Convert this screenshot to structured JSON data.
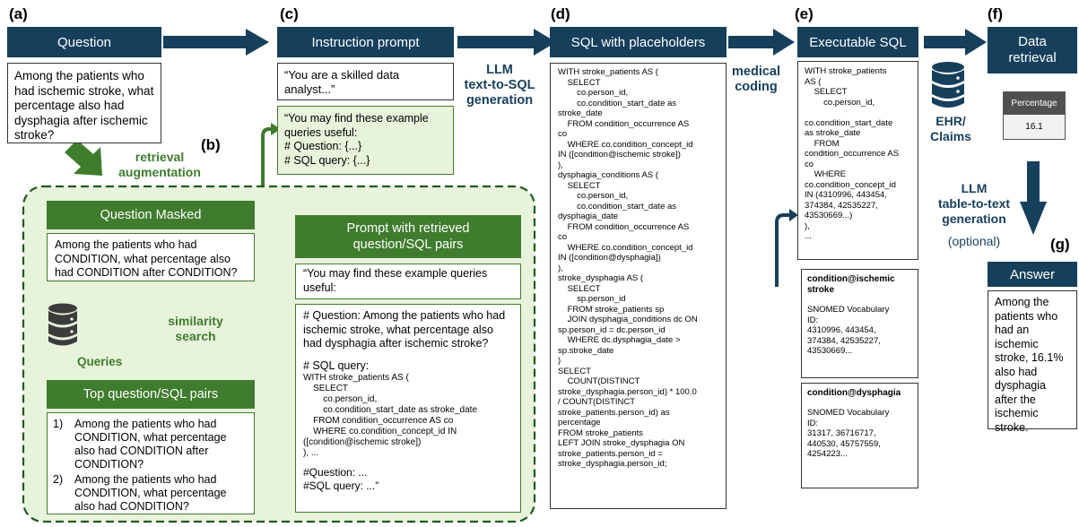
{
  "labels": {
    "a": "(a)",
    "b": "(b)",
    "c": "(c)",
    "d": "(d)",
    "e": "(e)",
    "f": "(f)",
    "g": "(g)"
  },
  "question": {
    "header": "Question",
    "text": "Among the patients who had ischemic stroke, what percentage also had dysphagia after ischemic stroke?"
  },
  "instruction": {
    "header": "Instruction prompt",
    "text1": "“You are a skilled data analyst...”",
    "text2": "“You may find these example queries useful:\n# Question: {...}\n# SQL query: {...}"
  },
  "arrows": {
    "llm_text_to_sql": "LLM\ntext-to-SQL\ngeneration",
    "medical_coding": "medical\ncoding",
    "retrieval_augmentation": "retrieval\naugmentation",
    "similarity_search": "similarity\nsearch",
    "queries": "Queries",
    "ehr_claims": "EHR/\nClaims",
    "llm_table_to_text": "LLM\ntable-to-text\ngeneration",
    "optional": "(optional)"
  },
  "masked": {
    "header": "Question Masked",
    "text": "Among the patients who had CONDITION, what percentage also had CONDITION after CONDITION?"
  },
  "top_pairs": {
    "header": "Top question/SQL pairs",
    "items": [
      "Among the patients who had CONDITION, what percentage also had CONDITION after CONDITION?",
      "Among the patients who had CONDITION, what percentage also had CONDITION?"
    ],
    "numbers": [
      "1)",
      "2)"
    ]
  },
  "prompt_retrieved": {
    "header": "Prompt with retrieved\nquestion/SQL pairs",
    "intro": "“You may find these example queries useful:",
    "question": "# Question: Among the patients who had ischemic stroke, what percentage also had dysphagia after ischemic stroke?",
    "sql_label": "# SQL query:",
    "sql_code": "WITH stroke_patients AS (\n    SELECT\n        co.person_id,\n        co.condition_start_date as stroke_date\n    FROM condition_occurrence AS co\n    WHERE co.condition_concept_id IN\n([condition@ischemic stroke])\n), ...",
    "tail": "#Question: ...\n#SQL query: ...”"
  },
  "sql_placeholders": {
    "header": "SQL with placeholders",
    "code": "WITH stroke_patients AS (\n    SELECT\n        co.person_id,\n        co.condition_start_date as\nstroke_date\n    FROM condition_occurrence AS\nco\n    WHERE co.condition_concept_id\nIN ([condition@ischemic stroke])\n),\ndysphagia_conditions AS (\n    SELECT\n        co.person_id,\n        co.condition_start_date as\ndysphagia_date\n    FROM condition_occurrence AS\nco\n    WHERE co.condition_concept_id\nIN ([condition@dysphagia])\n),\nstroke_dysphagia AS (\n    SELECT\n        sp.person_id\n    FROM stroke_patients sp\n    JOIN dysphagia_conditions dc ON\nsp.person_id = dc.person_id\n    WHERE dc.dysphagia_date >\nsp.stroke_date\n)\nSELECT\n    COUNT(DISTINCT\nstroke_dysphagia.person_id) * 100.0\n/ COUNT(DISTINCT\nstroke_patients.person_id) as\npercentage\nFROM stroke_patients\nLEFT JOIN stroke_dysphagia ON\nstroke_patients.person_id =\nstroke_dysphagia.person_id;"
  },
  "executable_sql": {
    "header": "Executable SQL",
    "code": "WITH stroke_patients\nAS (\n    SELECT\n        co.person_id,\n\nco.condition_start_date\nas stroke_date\n    FROM\ncondition_occurrence AS\nco\n    WHERE\nco.condition_concept_id\nIN (4310996, 443454,\n374384, 42535227,\n43530669...)\n),\n..."
  },
  "coding1": {
    "title": "condition@ischemic stroke",
    "body": "SNOMED Vocabulary\nID:\n4310996, 443454,\n374384, 42535227,\n43530669..."
  },
  "coding2": {
    "title": "condition@dysphagia",
    "body": "SNOMED Vocabulary\nID:\n31317, 36716717,\n440530, 45757559,\n4254223..."
  },
  "data_retrieval": {
    "header": "Data\nretrieval",
    "table_header": "Percentage",
    "table_value": "16.1"
  },
  "answer": {
    "header": "Answer",
    "text": "Among the patients who had an ischemic stroke, 16.1% also had dysphagia after the ischemic stroke."
  },
  "colors": {
    "navy": "#163f5c",
    "green": "#3f7c2d",
    "light_green": "#e8f3dc"
  }
}
